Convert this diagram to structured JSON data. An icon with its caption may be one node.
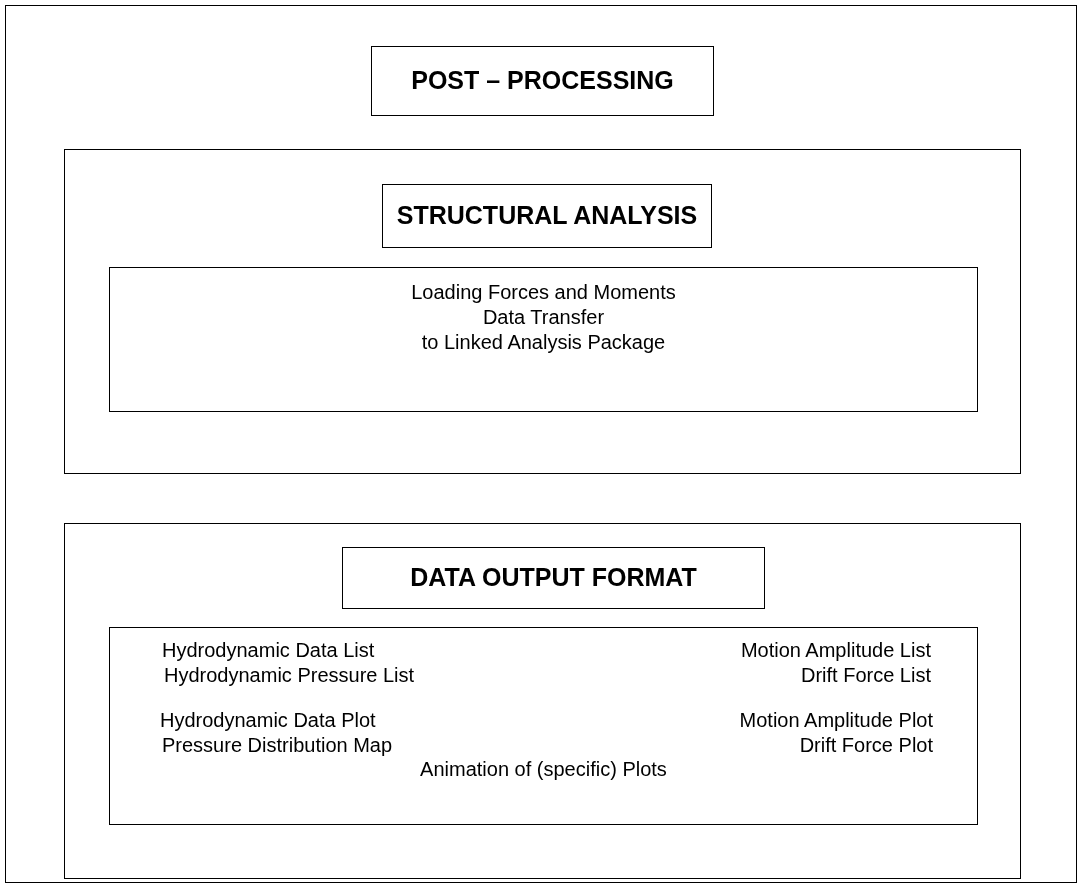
{
  "diagram": {
    "nodes": [
      {
        "text": [],
        "shape": "box"
      },
      {
        "text": [
          "POST – PROCESSING"
        ],
        "in": 0
      },
      {
        "text": [],
        "shape": "box",
        "in": 0
      },
      {
        "text": [
          "STRUCTURAL ANALYSIS"
        ],
        "in": 2
      },
      {
        "text": [
          "Loading Forces and Moments",
          "Data Transfer",
          "to Linked Analysis Package"
        ],
        "in": 2
      },
      {
        "text": [],
        "shape": "box",
        "in": 0
      },
      {
        "text": [
          "DATA OUTPUT FORMAT"
        ],
        "in": 5
      },
      {
        "text": [
          "Hydrodynamic Data List",
          "Motion Amplitude List",
          "Hydrodynamic Pressure List",
          "Drift Force List",
          "Hydrodynamic Data Plot",
          "Motion Amplitude Plot",
          "Pressure Distribution Map",
          "Drift Force Plot",
          "Animation of (specific) Plots"
        ],
        "in": 5
      }
    ]
  }
}
